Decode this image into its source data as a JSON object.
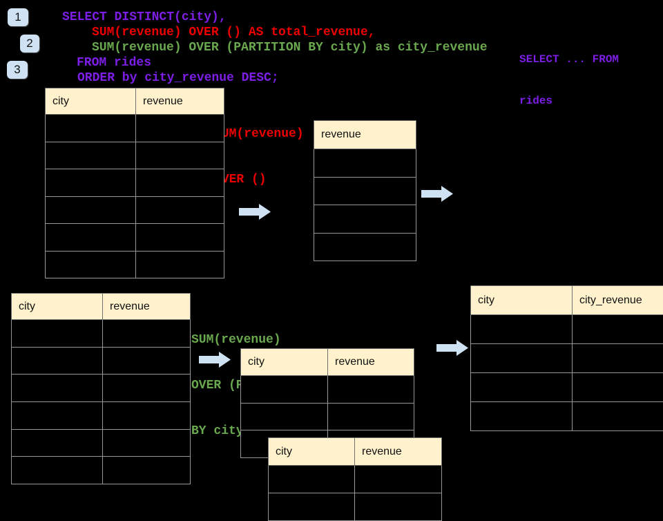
{
  "colors": {
    "background": "#000000",
    "purple": "#7d1ee6",
    "red": "#ee0000",
    "green": "#6aa84f",
    "accent_blue": "#cfe2f3",
    "header_fill": "#fff2cc",
    "border_gray": "#989898"
  },
  "badges": [
    {
      "label": "1"
    },
    {
      "label": "2"
    },
    {
      "label": "3"
    }
  ],
  "code_block": {
    "lines": [
      {
        "text": "SELECT DISTINCT(city),",
        "color": "purple"
      },
      {
        "text": "SUM(revenue) OVER () AS total_revenue,",
        "color": "red"
      },
      {
        "text": "SUM(revenue) OVER (PARTITION BY city) as city_revenue",
        "color": "green"
      },
      {
        "text": "FROM rides",
        "color": "purple"
      },
      {
        "text": "ORDER by city_revenue DESC;",
        "color": "purple"
      }
    ]
  },
  "side_note": {
    "color": "purple",
    "lines": [
      {
        "text": "SELECT ... FROM"
      },
      {
        "text": "rides"
      }
    ]
  },
  "annotations": {
    "total_note": {
      "color": "red",
      "lines": [
        {
          "text": "SUM(revenue)"
        },
        {
          "text": "OVER ()"
        }
      ]
    },
    "partition_note": {
      "color": "green",
      "lines": [
        {
          "text": "SUM(revenue)"
        },
        {
          "text": "OVER (PARTITION"
        },
        {
          "text": "BY city)"
        }
      ]
    }
  },
  "tables": {
    "source_top": {
      "headers": [
        "city",
        "revenue"
      ],
      "empty_rows": 6
    },
    "total_result": {
      "headers": [
        "revenue"
      ],
      "empty_rows": 4
    },
    "source_bottom": {
      "headers": [
        "city",
        "revenue"
      ],
      "empty_rows": 6
    },
    "partition_group_a": {
      "headers": [
        "city",
        "revenue"
      ],
      "empty_rows": 3
    },
    "partition_group_b": {
      "headers": [
        "city",
        "revenue"
      ],
      "empty_rows": 2
    },
    "final_result": {
      "headers": [
        "city",
        "city_revenue"
      ],
      "empty_rows": 4
    }
  },
  "icons": {
    "flow_arrow": "right-block-arrow"
  }
}
